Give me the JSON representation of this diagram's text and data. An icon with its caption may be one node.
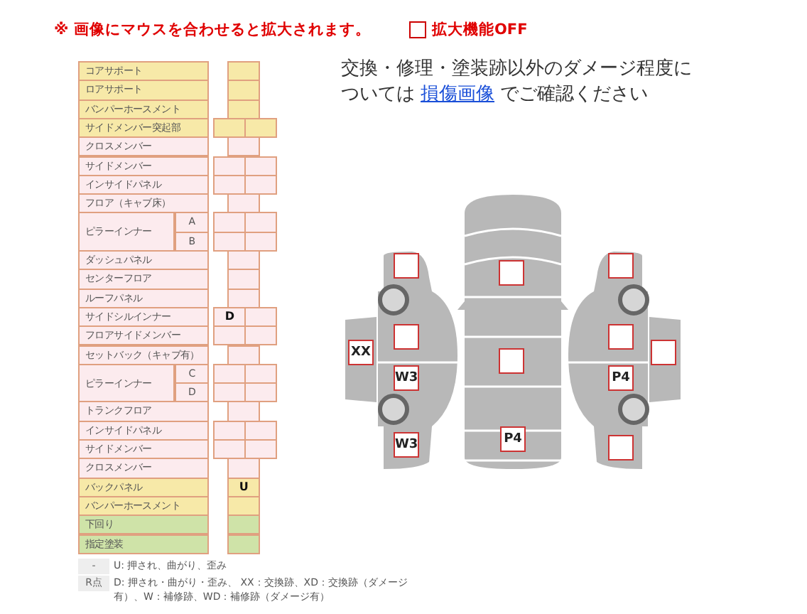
{
  "diagram": {
    "nodes": [
      {
        "text": [],
        "shape": "box"
      },
      {
        "text": [],
        "shape": "box"
      },
      {
        "text": [],
        "shape": "box"
      },
      {
        "text": [],
        "shape": "box"
      },
      {
        "text": [],
        "shape": "box"
      },
      {
        "text": [
          "XX"
        ]
      },
      {
        "text": [],
        "shape": "box"
      },
      {
        "text": [],
        "shape": "box"
      },
      {
        "text": [
          "W3"
        ]
      },
      {
        "text": [
          "P4"
        ]
      },
      {
        "text": [
          "P4"
        ]
      },
      {
        "text": [
          "W3"
        ]
      },
      {
        "text": [],
        "shape": "box"
      }
    ],
    "labels": [
      "※ 画像にマウスを合わせると拡大されます。",
      "拡大機能OFF",
      "交換・修理・塗装跡以外のダメージ程度については",
      "損傷画像",
      "でご確認ください",
      "コアサポート",
      "ロアサポート",
      "バンパーホースメント",
      "サイドメンバー突起部",
      "クロスメンバー",
      "サイドメンバー",
      "インサイドパネル",
      "フロア（キャブ床）",
      "ピラーインナー",
      "A",
      "B",
      "ダッシュパネル",
      "センターフロア",
      "ルーフパネル",
      "サイドシルインナー",
      "D",
      "フロアサイドメンバー",
      "セットバック（キャブ有）",
      "ピラーインナー",
      "C",
      "D",
      "トランクフロア",
      "インサイドパネル",
      "サイドメンバー",
      "クロスメンバー",
      "バックパネル",
      "U",
      "バンパーホースメント",
      "下回り",
      "指定塗装",
      "-",
      "U: 押され、曲がり、歪み",
      "R点",
      "D: 押され・曲がり・歪み、 XX：交換跡、XD：交換跡（ダメージ有）、W：補修跡、WD：補修跡（ダメージ有）"
    ]
  }
}
